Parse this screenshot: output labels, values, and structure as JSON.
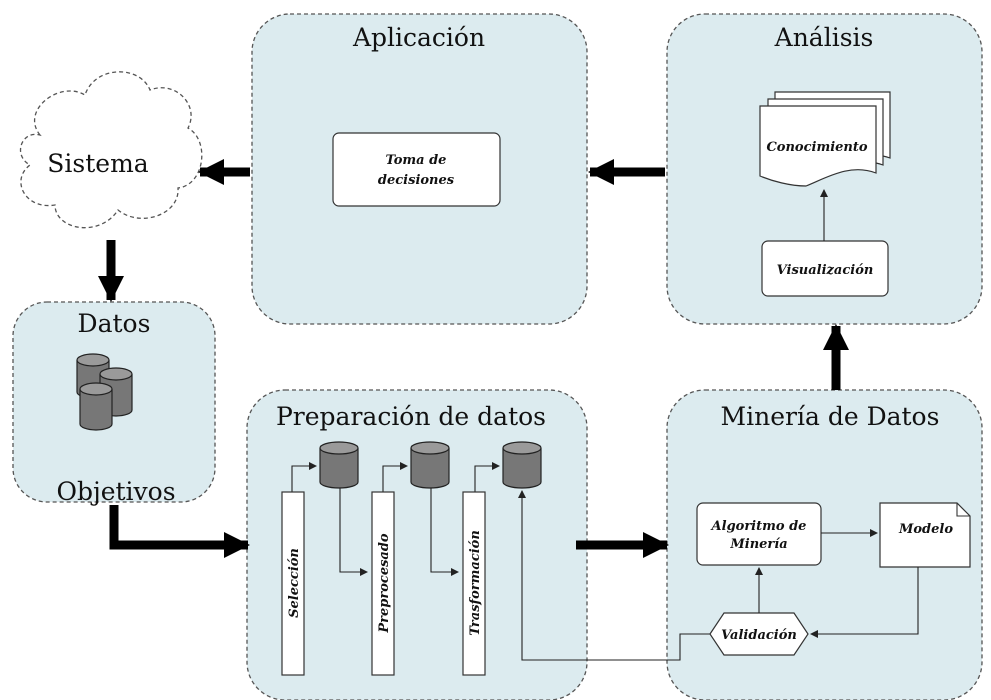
{
  "panels": {
    "aplicacion": "Aplicación",
    "analisis": "Análisis",
    "sistema": "Sistema",
    "datos": "Datos",
    "objetivos": "Objetivos",
    "preparacion": "Preparación de datos",
    "mineria": "Minería de Datos"
  },
  "boxes": {
    "toma_l1": "Toma de",
    "toma_l2": "decisiones",
    "conocimiento": "Conocimiento",
    "visualizacion": "Visualización",
    "seleccion": "Selección",
    "preprocesado": "Preprocesado",
    "trasformacion": "Trasformación",
    "algoritmo_l1": "Algoritmo de",
    "algoritmo_l2": "Minería",
    "modelo": "Modelo",
    "validacion": "Validación"
  }
}
